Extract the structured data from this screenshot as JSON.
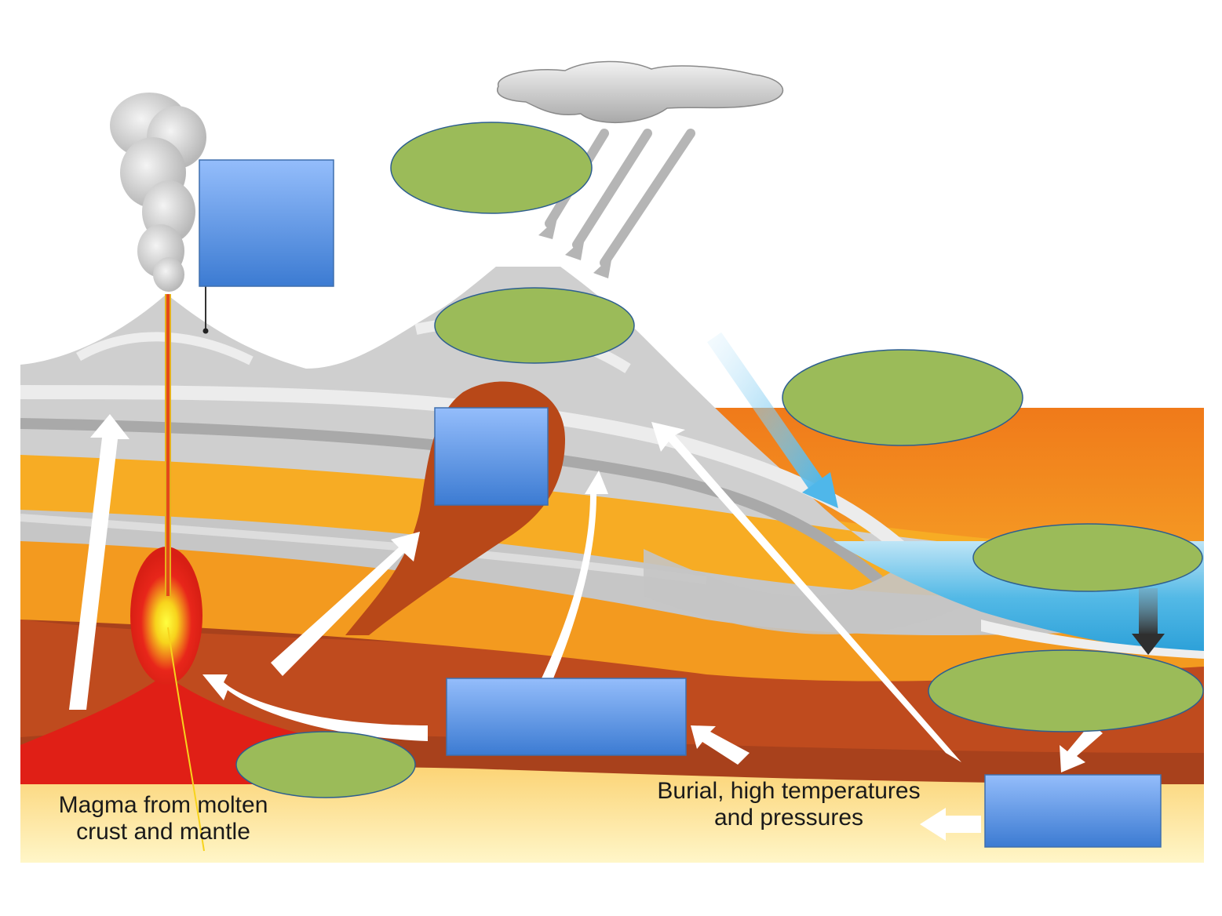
{
  "labels": {
    "magma": [
      "Magma from molten",
      "crust and mantle"
    ],
    "burial": [
      "Burial, high temperatures",
      "and pressures"
    ]
  },
  "colors": {
    "label_box_top": "#94bdfb",
    "label_box_bottom": "#3c7bd2",
    "label_box_border": "#3f6fad",
    "label_oval": "#9bbb59",
    "label_oval_border": "#2e5f8f",
    "magma_red": "#e8261a",
    "crust_orange": "#f6a21d",
    "crust_gray": "#c9c9c9",
    "ocean": "#53b9e6",
    "arrow_white": "#ffffff",
    "arrow_blue": "#4fb7ea"
  },
  "icons": {
    "ash_plume": "smoke-plume-icon",
    "rain_cloud": "cloud-icon",
    "lava_core": "magma-chamber-icon"
  }
}
